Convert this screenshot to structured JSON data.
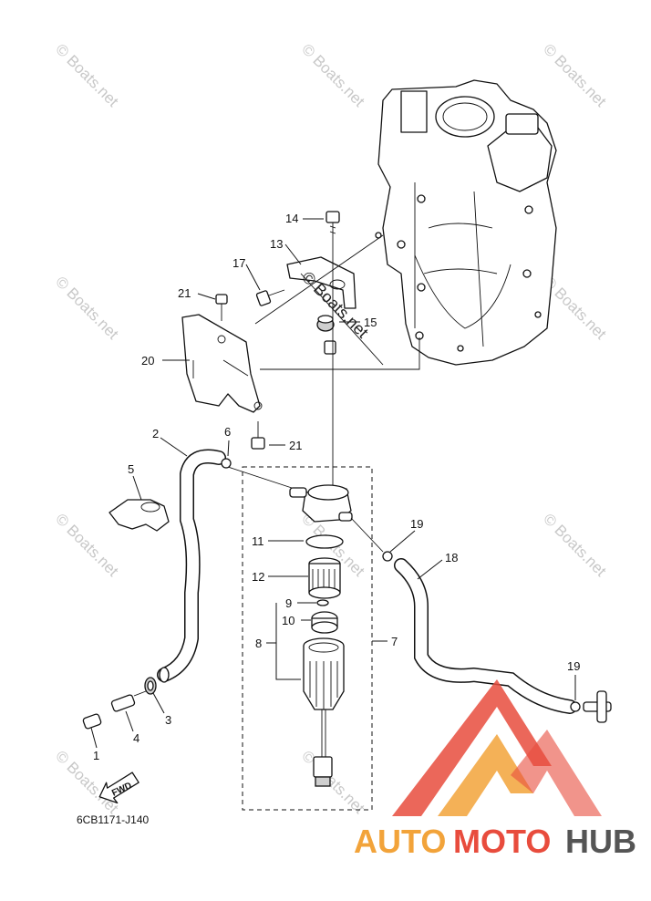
{
  "diagram_code": "6CB1171-J140",
  "fwd_label": "FWD",
  "watermark": "© Boats.net",
  "watermark_center": "© Boats.net",
  "brand": {
    "part1": "AUTO",
    "part2": "MOTO",
    "part3": "HUB",
    "color1": "#f2a33a",
    "color2": "#e84c3d",
    "color3": "#555555"
  },
  "callouts": {
    "c1": "1",
    "c2": "2",
    "c3": "3",
    "c4": "4",
    "c5": "5",
    "c6": "6",
    "c7": "7",
    "c8": "8",
    "c9": "9",
    "c10": "10",
    "c11": "11",
    "c12": "12",
    "c13": "13",
    "c14": "14",
    "c15": "15",
    "c17": "17",
    "c18": "18",
    "c19a": "19",
    "c19b": "19",
    "c20": "20",
    "c21a": "21",
    "c21b": "21"
  }
}
